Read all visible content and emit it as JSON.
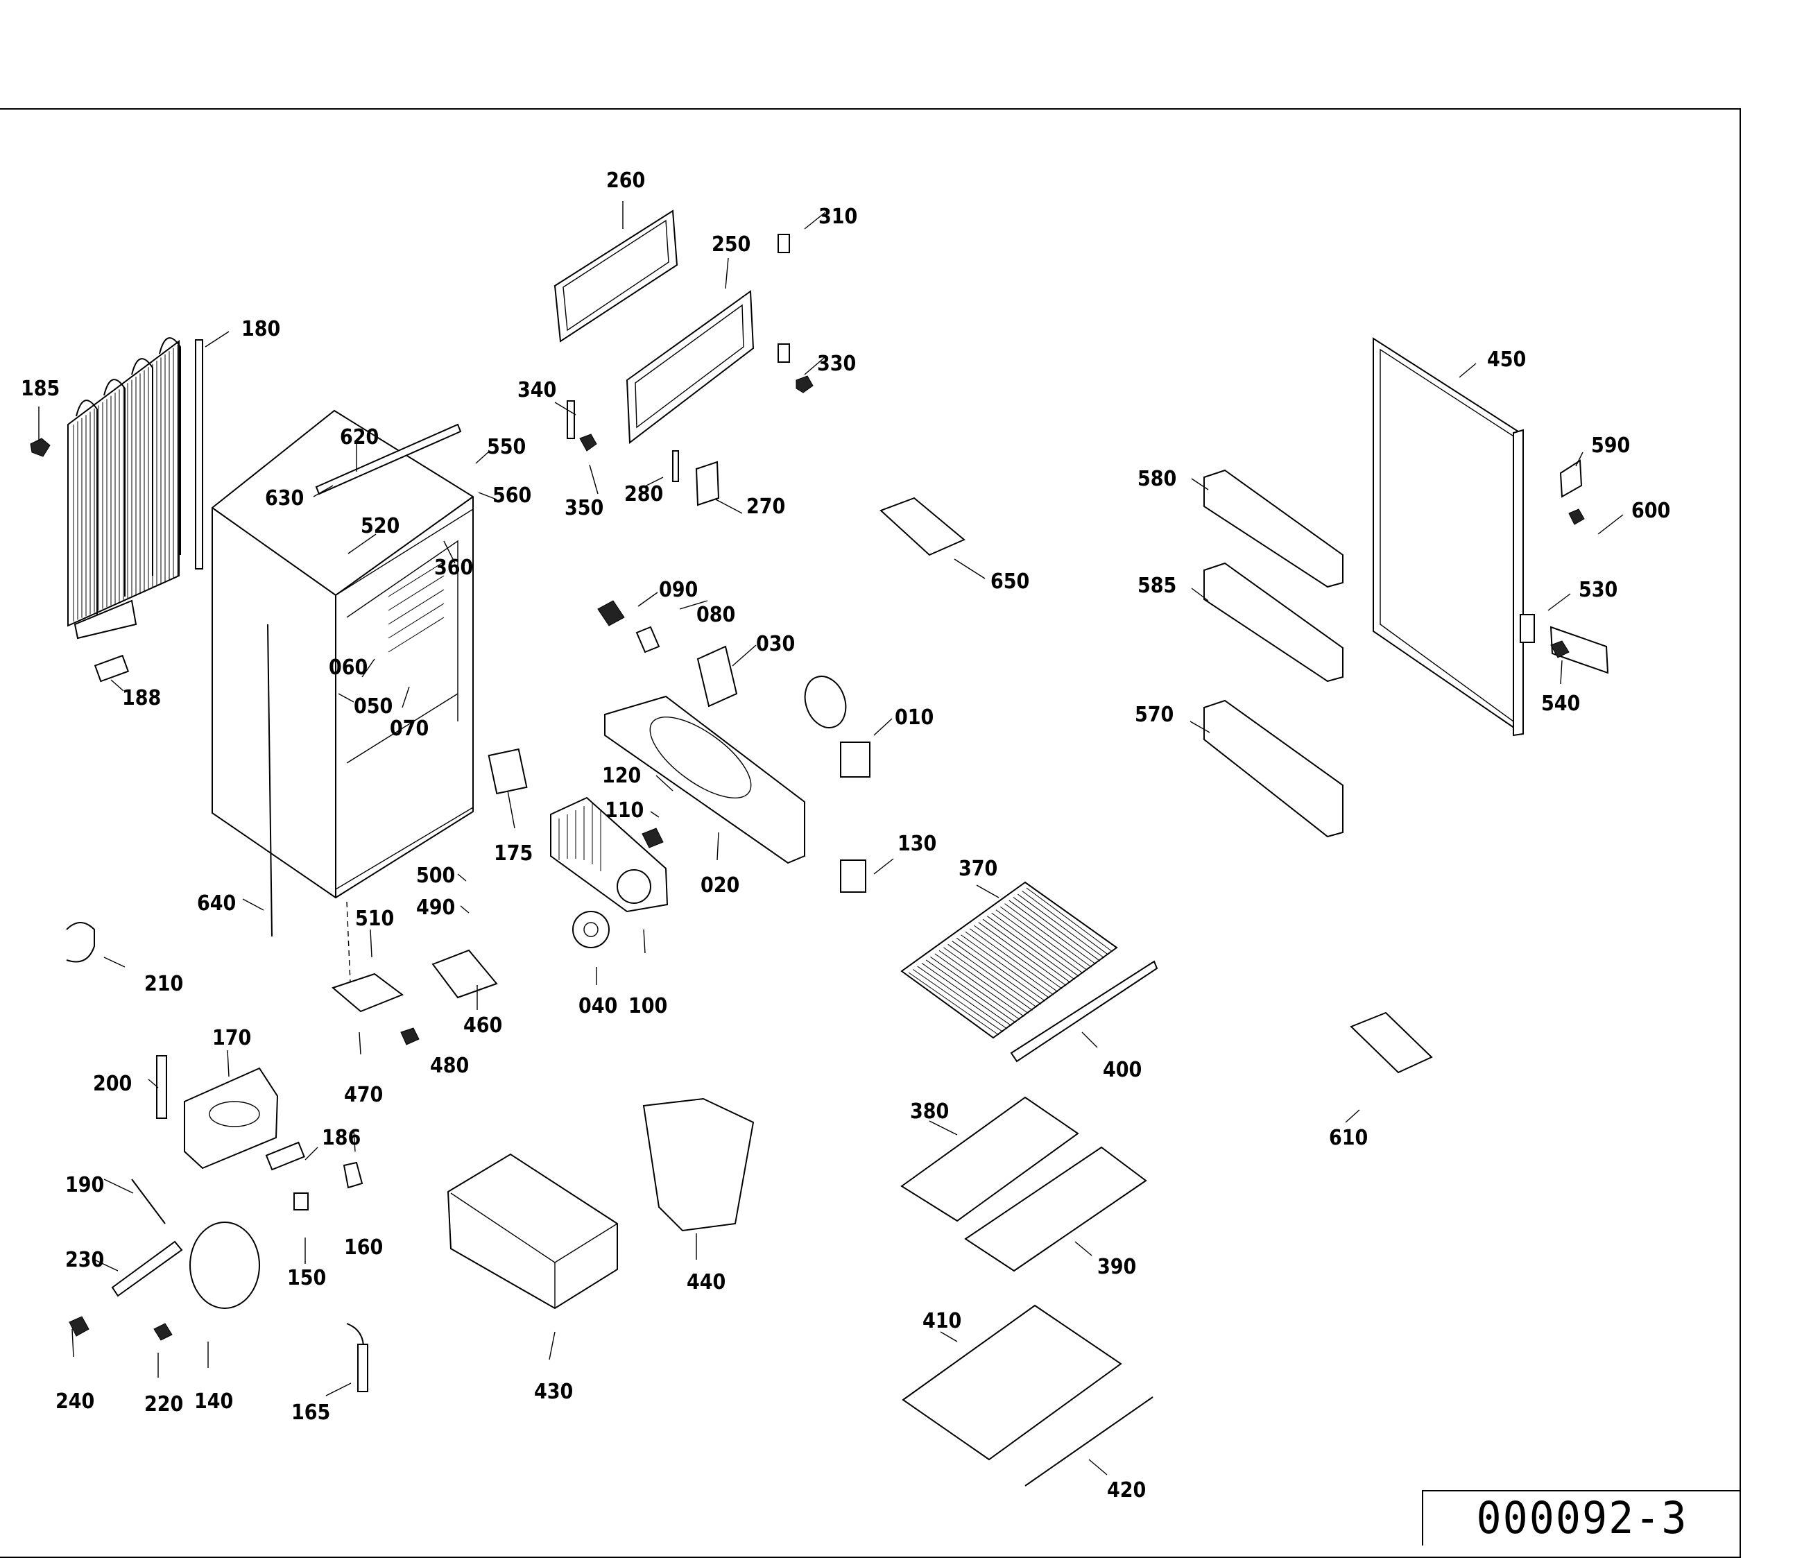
{
  "drawing_number": "000092-3",
  "callouts": [
    {
      "id": "185",
      "text": "185"
    },
    {
      "id": "180",
      "text": "180"
    },
    {
      "id": "188",
      "text": "188"
    },
    {
      "id": "260",
      "text": "260"
    },
    {
      "id": "250",
      "text": "250"
    },
    {
      "id": "310",
      "text": "310"
    },
    {
      "id": "330",
      "text": "330"
    },
    {
      "id": "340",
      "text": "340"
    },
    {
      "id": "350",
      "text": "350"
    },
    {
      "id": "280",
      "text": "280"
    },
    {
      "id": "270",
      "text": "270"
    },
    {
      "id": "620",
      "text": "620"
    },
    {
      "id": "630",
      "text": "630"
    },
    {
      "id": "550",
      "text": "550"
    },
    {
      "id": "560",
      "text": "560"
    },
    {
      "id": "520",
      "text": "520"
    },
    {
      "id": "360",
      "text": "360"
    },
    {
      "id": "060",
      "text": "060"
    },
    {
      "id": "050",
      "text": "050"
    },
    {
      "id": "070",
      "text": "070"
    },
    {
      "id": "090",
      "text": "090"
    },
    {
      "id": "080",
      "text": "080"
    },
    {
      "id": "030",
      "text": "030"
    },
    {
      "id": "010",
      "text": "010"
    },
    {
      "id": "120",
      "text": "120"
    },
    {
      "id": "110",
      "text": "110"
    },
    {
      "id": "020",
      "text": "020"
    },
    {
      "id": "175",
      "text": "175"
    },
    {
      "id": "130",
      "text": "130"
    },
    {
      "id": "650",
      "text": "650"
    },
    {
      "id": "580",
      "text": "580"
    },
    {
      "id": "585",
      "text": "585"
    },
    {
      "id": "570",
      "text": "570"
    },
    {
      "id": "450",
      "text": "450"
    },
    {
      "id": "590",
      "text": "590"
    },
    {
      "id": "600",
      "text": "600"
    },
    {
      "id": "530",
      "text": "530"
    },
    {
      "id": "540",
      "text": "540"
    },
    {
      "id": "640",
      "text": "640"
    },
    {
      "id": "500",
      "text": "500"
    },
    {
      "id": "490",
      "text": "490"
    },
    {
      "id": "510",
      "text": "510"
    },
    {
      "id": "460",
      "text": "460"
    },
    {
      "id": "040",
      "text": "040"
    },
    {
      "id": "100",
      "text": "100"
    },
    {
      "id": "370",
      "text": "370"
    },
    {
      "id": "400",
      "text": "400"
    },
    {
      "id": "210",
      "text": "210"
    },
    {
      "id": "170",
      "text": "170"
    },
    {
      "id": "200",
      "text": "200"
    },
    {
      "id": "186",
      "text": "186"
    },
    {
      "id": "470",
      "text": "470"
    },
    {
      "id": "480",
      "text": "480"
    },
    {
      "id": "190",
      "text": "190"
    },
    {
      "id": "160",
      "text": "160"
    },
    {
      "id": "150",
      "text": "150"
    },
    {
      "id": "230",
      "text": "230"
    },
    {
      "id": "240",
      "text": "240"
    },
    {
      "id": "220",
      "text": "220"
    },
    {
      "id": "140",
      "text": "140"
    },
    {
      "id": "165",
      "text": "165"
    },
    {
      "id": "430",
      "text": "430"
    },
    {
      "id": "440",
      "text": "440"
    },
    {
      "id": "380",
      "text": "380"
    },
    {
      "id": "390",
      "text": "390"
    },
    {
      "id": "410",
      "text": "410"
    },
    {
      "id": "420",
      "text": "420"
    },
    {
      "id": "610",
      "text": "610"
    }
  ]
}
